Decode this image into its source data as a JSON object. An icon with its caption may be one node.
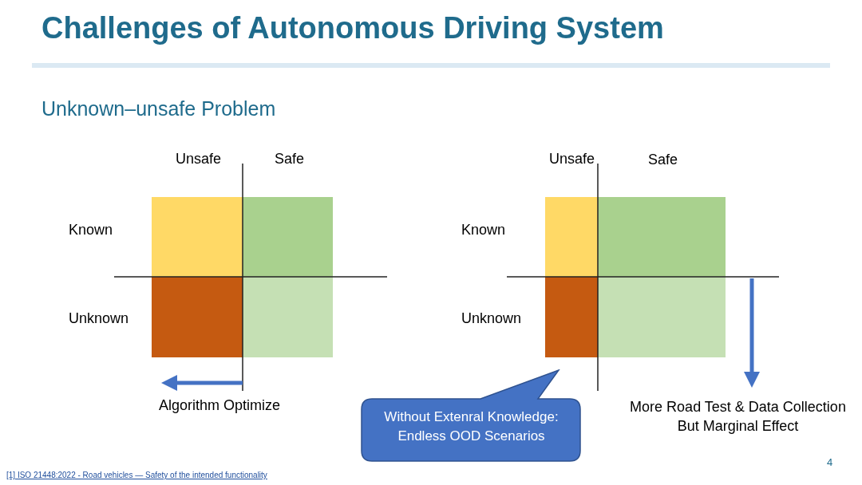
{
  "diagram": {
    "title": "Challenges of Autonomous Driving System",
    "nodes": [
      {
        "text": [
          "Without Extenral Knowledge: Endless OOD Scenarios"
        ]
      }
    ],
    "labels": [
      "Unknown–unsafe Problem",
      "Unsafe",
      "Safe",
      "Known",
      "Unknown",
      "Algorithm Optimize",
      "Unsafe",
      "Safe",
      "Known",
      "Unknown",
      "More Road Test & Data Collection But Marginal Effect",
      "[1] ISO 21448:2022 - Road vehicles — Safety of the intended functionality",
      "4"
    ]
  }
}
